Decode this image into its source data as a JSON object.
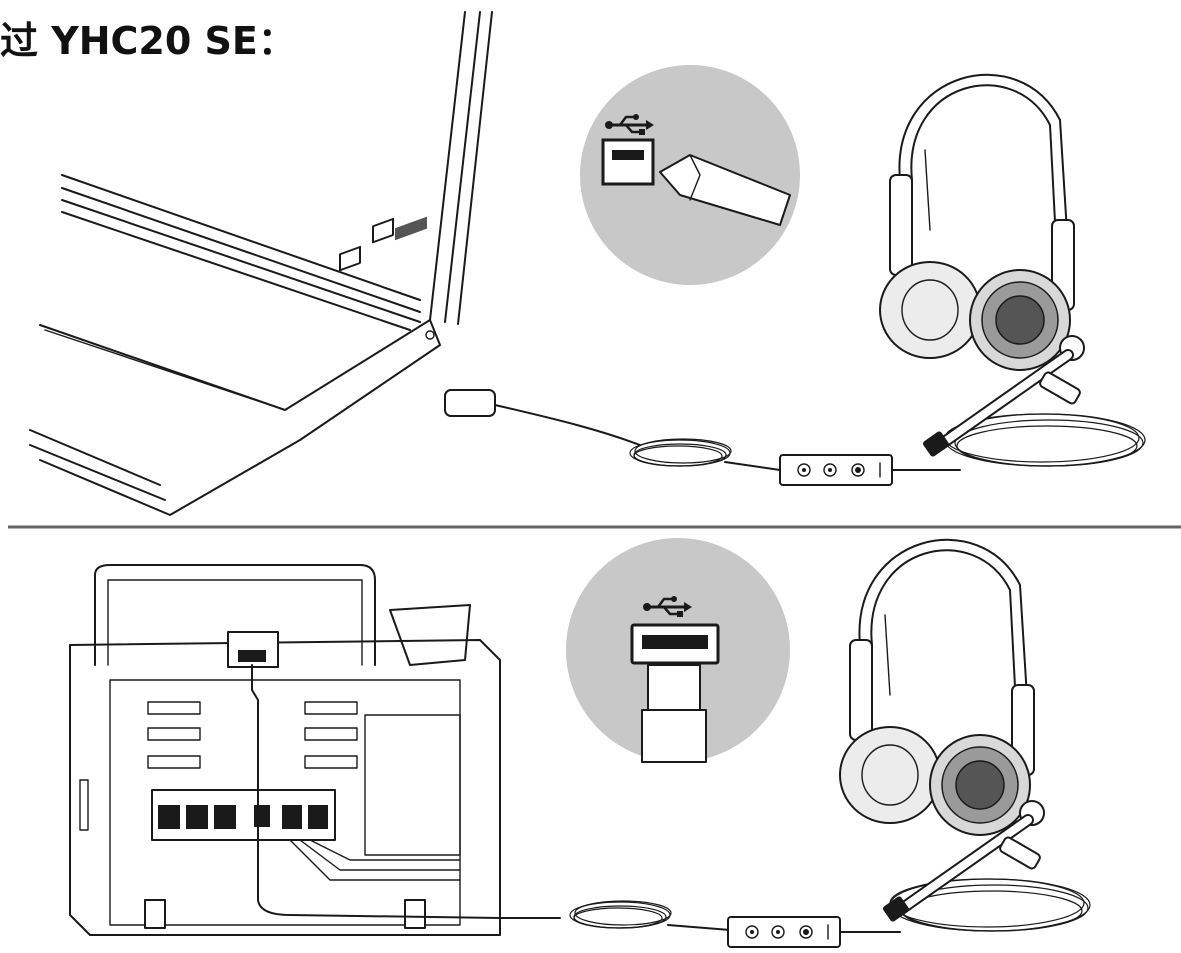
{
  "heading": "过 YHC20 SE：",
  "colors": {
    "line": "#1a1a1a",
    "zoom_circle": "#c8c8c8",
    "divider": "#666666",
    "background": "#ffffff"
  },
  "icons": [
    "usb-symbol-icon",
    "usb-symbol-icon"
  ],
  "sections": [
    {
      "name": "laptop-connection",
      "steps": [
        "laptop",
        "usb-port-closeup",
        "inline-controller",
        "headset"
      ]
    },
    {
      "name": "desk-phone-connection",
      "steps": [
        "ip-phone-back",
        "usb-port-closeup",
        "inline-controller",
        "headset"
      ]
    }
  ]
}
